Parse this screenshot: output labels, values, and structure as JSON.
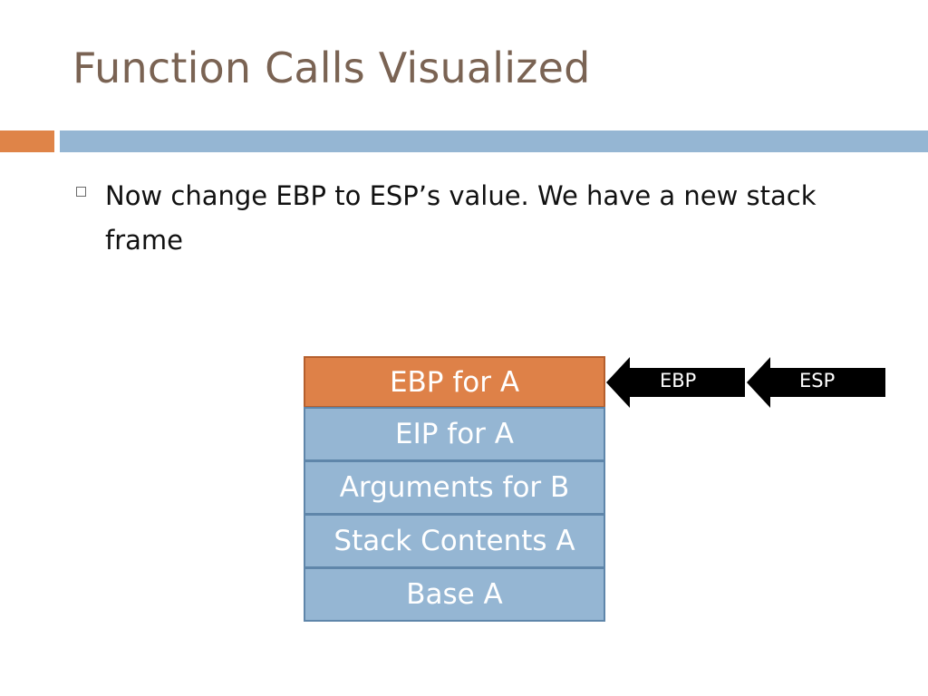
{
  "slide": {
    "title": "Function Calls Visualized",
    "bullet": "Now change EBP to ESP’s value. We have a new stack frame"
  },
  "stack": {
    "cells": [
      {
        "label": "EBP for A",
        "color": "#de8148"
      },
      {
        "label": "EIP for A",
        "color": "#95b6d3"
      },
      {
        "label": "Arguments for B",
        "color": "#95b6d3"
      },
      {
        "label": "Stack Contents A",
        "color": "#95b6d3"
      },
      {
        "label": "Base A",
        "color": "#95b6d3"
      }
    ]
  },
  "pointers": {
    "ebp_label": "EBP",
    "esp_label": "ESP"
  },
  "colors": {
    "title": "#7a6353",
    "accent_orange": "#de8148",
    "accent_blue": "#95b6d3",
    "arrow": "#000000"
  }
}
